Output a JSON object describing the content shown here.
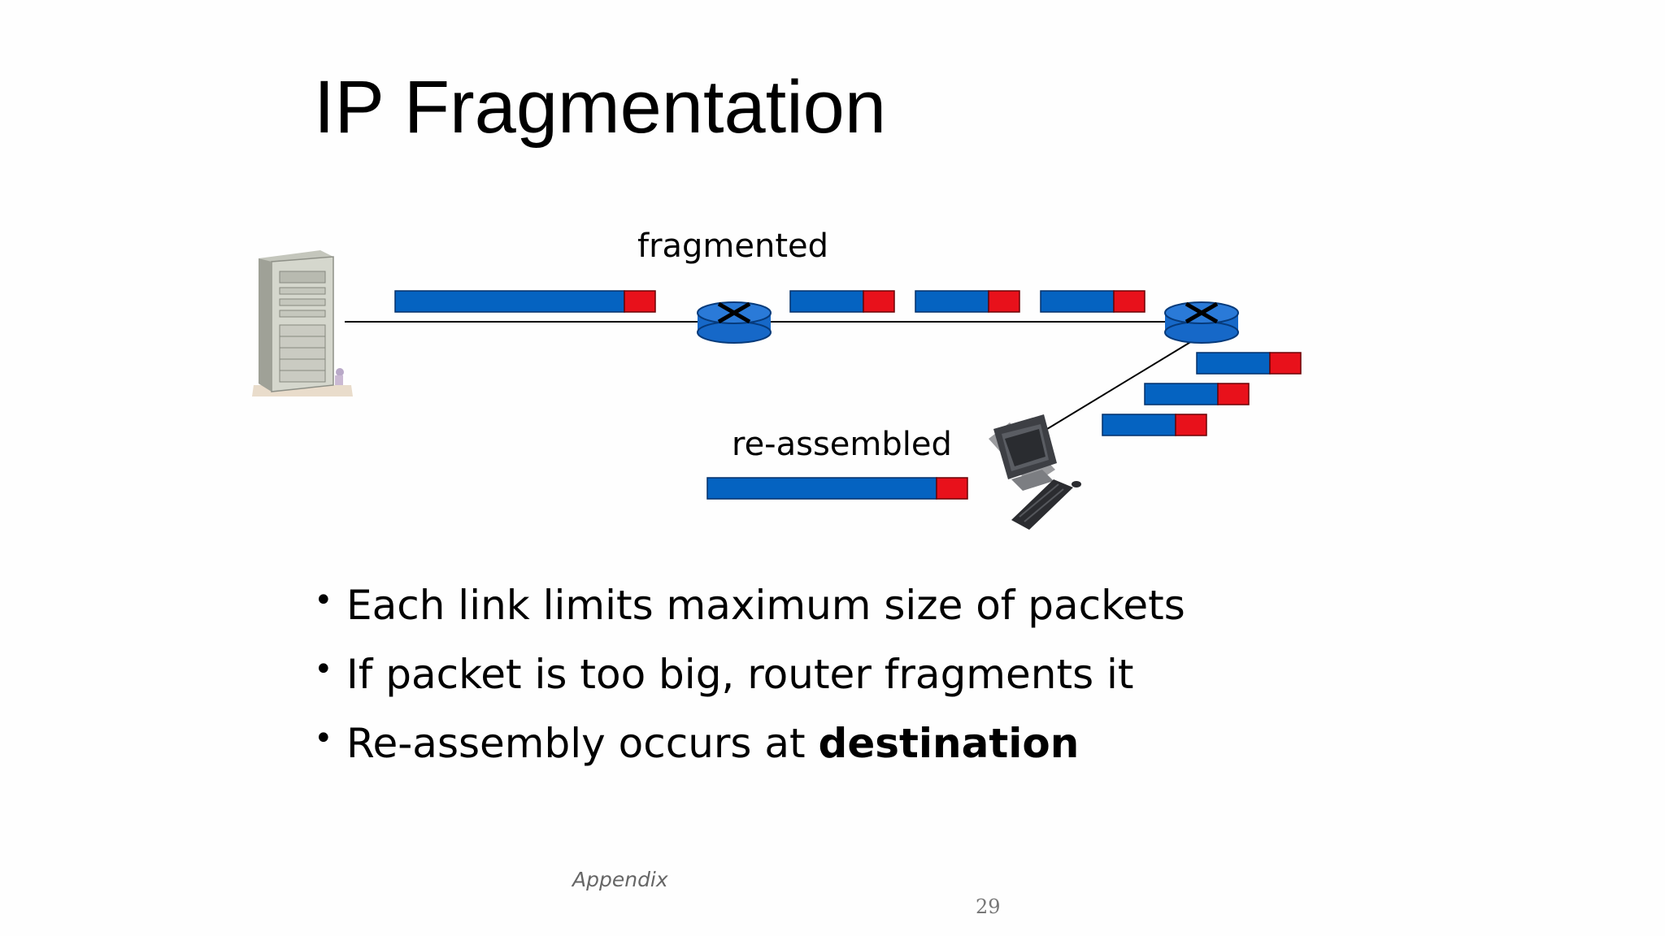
{
  "slide": {
    "title": "IP Fragmentation",
    "diagram": {
      "label_fragmented": "fragmented",
      "label_reassembled": "re-assembled",
      "colors": {
        "payload": "#0563c1",
        "header": "#e8111b",
        "router": "#1668c8"
      },
      "icons": [
        "server-icon",
        "router-icon",
        "router-icon",
        "desktop-computer-icon"
      ]
    },
    "bullets": [
      {
        "text": "Each link limits maximum size of packets",
        "emph": ""
      },
      {
        "text": "If packet is too big, router fragments it",
        "emph": ""
      },
      {
        "text": "Re-assembly occurs at ",
        "emph": "destination"
      }
    ],
    "footer": {
      "note": "Appendix",
      "page": "29"
    }
  }
}
